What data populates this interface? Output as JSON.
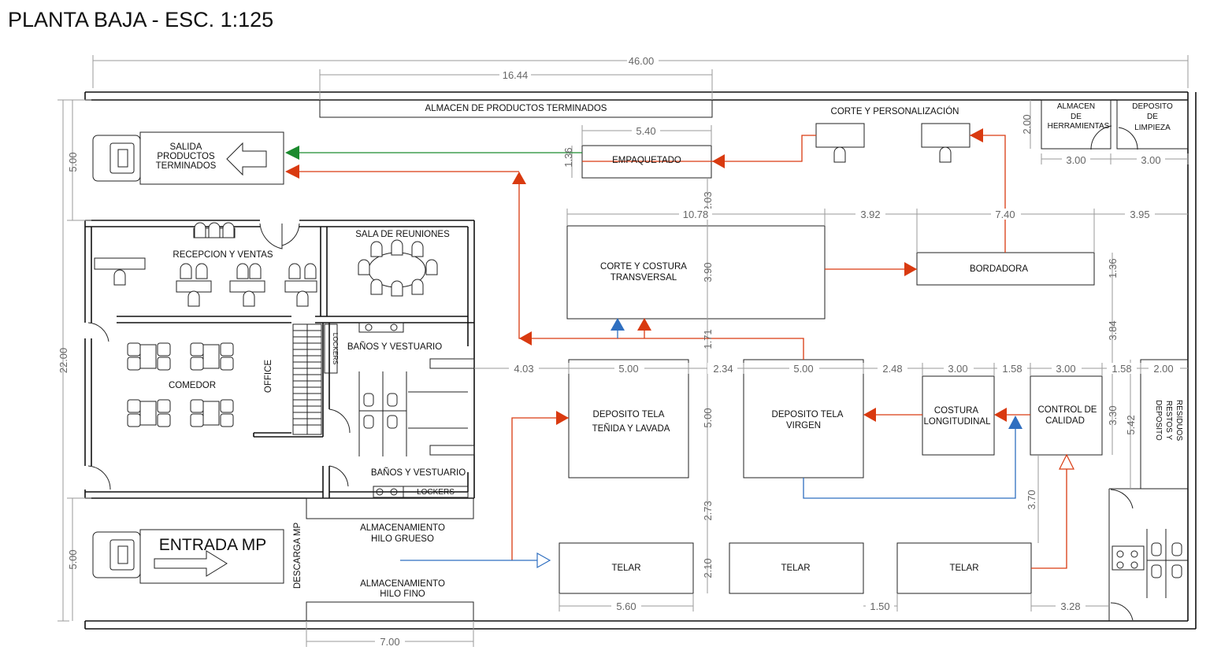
{
  "title": "PLANTA BAJA - ESC. 1:125",
  "rooms": {
    "almacen_productos": "ALMACEN DE PRODUCTOS TERMINADOS",
    "corte_personalizacion": "CORTE Y PERSONALIZACIÓN",
    "almacen_herramientas": [
      "ALMACEN",
      "DE",
      "HERRAMIENTAS"
    ],
    "deposito_limpieza": [
      "DEPOSITO",
      "DE",
      "LIMPIEZA"
    ],
    "salida": [
      "SALIDA",
      "PRODUCTOS",
      "TERMINADOS"
    ],
    "empaquetado": "EMPAQUETADO",
    "sala_reuniones": "SALA DE REUNIONES",
    "recepcion": "RECEPCION Y VENTAS",
    "corte_costura": [
      "CORTE Y COSTURA",
      "TRANSVERSAL"
    ],
    "bordadora": "BORDADORA",
    "banos_1": "BAÑOS Y VESTUARIO",
    "banos_2": "BAÑOS Y VESTUARIO",
    "lockers_v": "LOCKERS",
    "lockers_h": "LOCKERS",
    "comedor": "COMEDOR",
    "office": "OFFICE",
    "deposito_tenida": [
      "DEPOSITO TELA",
      "TEÑIDA Y LAVADA"
    ],
    "deposito_virgen": [
      "DEPOSITO TELA",
      "VIRGEN"
    ],
    "costura_longitudinal": [
      "COSTURA",
      "LONGITUDINAL"
    ],
    "control_calidad": [
      "CONTROL DE",
      "CALIDAD"
    ],
    "deposito_restos": [
      "DEPOSITO",
      "RESTOS Y",
      "RESIDUOS"
    ],
    "entrada_mp": "ENTRADA MP",
    "descarga_mp": "DESCARGA MP",
    "hilo_grueso": [
      "ALMACENAMIENTO",
      "HILO GRUESO"
    ],
    "hilo_fino": [
      "ALMACENAMIENTO",
      "HILO FINO"
    ],
    "telar_1": "TELAR",
    "telar_2": "TELAR",
    "telar_3": "TELAR"
  },
  "dimensions": {
    "total_width": "46.00",
    "almacen_width": "16.44",
    "empaquetado_width": "5.40",
    "empaquetado_height": "1.36",
    "empaquetado_gap": "2.03",
    "herramientas_height": "2.00",
    "herramientas_width": "3.00",
    "limpieza_width": "3.00",
    "salida_height": "5.00",
    "total_height": "22.00",
    "entrada_height": "5.00",
    "corte_width": "10.78",
    "corte_gap": "3.92",
    "bordadora_width": "7.40",
    "bordadora_gap": "3.95",
    "corte_height": "3.90",
    "bordadora_height": "1.36",
    "bordadora_below": "3.84",
    "corte_below": "1.71",
    "gap_left_tenida": "4.03",
    "tenida_width": "5.00",
    "gap_tenida_virgen": "2.34",
    "virgen_width": "5.00",
    "gap_virgen_costura": "2.48",
    "costura_width": "3.00",
    "gap_costura_control": "1.58",
    "control_width": "3.00",
    "gap_control_restos": "1.58",
    "restos_width": "2.00",
    "tenida_height": "5.00",
    "control_height": "3.30",
    "restos_height": "5.42",
    "telar_above": "2.73",
    "control_below": "3.70",
    "telar_height": "2.10",
    "telar_width": "5.60",
    "telar_gap": "1.50",
    "telar_right": "3.28",
    "hilo_width": "7.00"
  },
  "colors": {
    "flow_red": "#d93a10",
    "flow_blue": "#2f6fc0",
    "flow_green": "#1b8a2e",
    "dimension": "#9a9a9a"
  }
}
